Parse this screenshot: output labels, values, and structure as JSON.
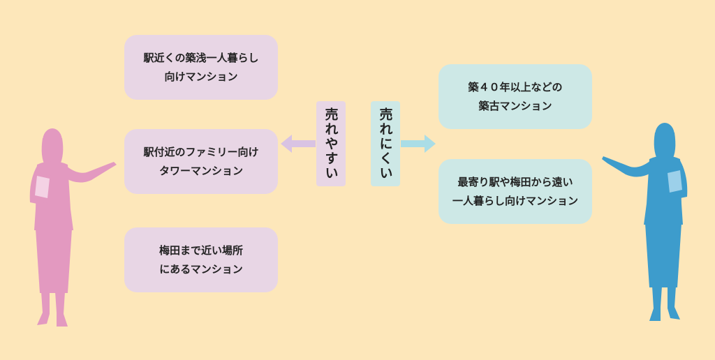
{
  "colors": {
    "background": "#fde7ba",
    "left_box": "#e8d6e5",
    "right_box": "#cde8e6",
    "left_figure": "#e399c0",
    "right_figure": "#3d9ccc",
    "left_arrow": "#d9c3e3",
    "right_arrow": "#aadde6"
  },
  "icons": {
    "left_figure": "businesswoman-silhouette-icon",
    "right_figure": "businesswoman-silhouette-icon",
    "left_arrow": "arrow-left-icon",
    "right_arrow": "arrow-right-icon"
  },
  "left": {
    "label": "売れやすい",
    "items": [
      {
        "line1": "駅近くの築浅一人暮らし",
        "line2": "向けマンション"
      },
      {
        "line1": "駅付近のファミリー向け",
        "line2": "タワーマンション"
      },
      {
        "line1": "梅田まで近い場所",
        "line2": "にあるマンション"
      }
    ]
  },
  "right": {
    "label": "売れにくい",
    "items": [
      {
        "line1": "築４０年以上などの",
        "line2": "築古マンション"
      },
      {
        "line1": "最寄り駅や梅田から遠い",
        "line2": "一人暮らし向けマンション"
      }
    ]
  }
}
